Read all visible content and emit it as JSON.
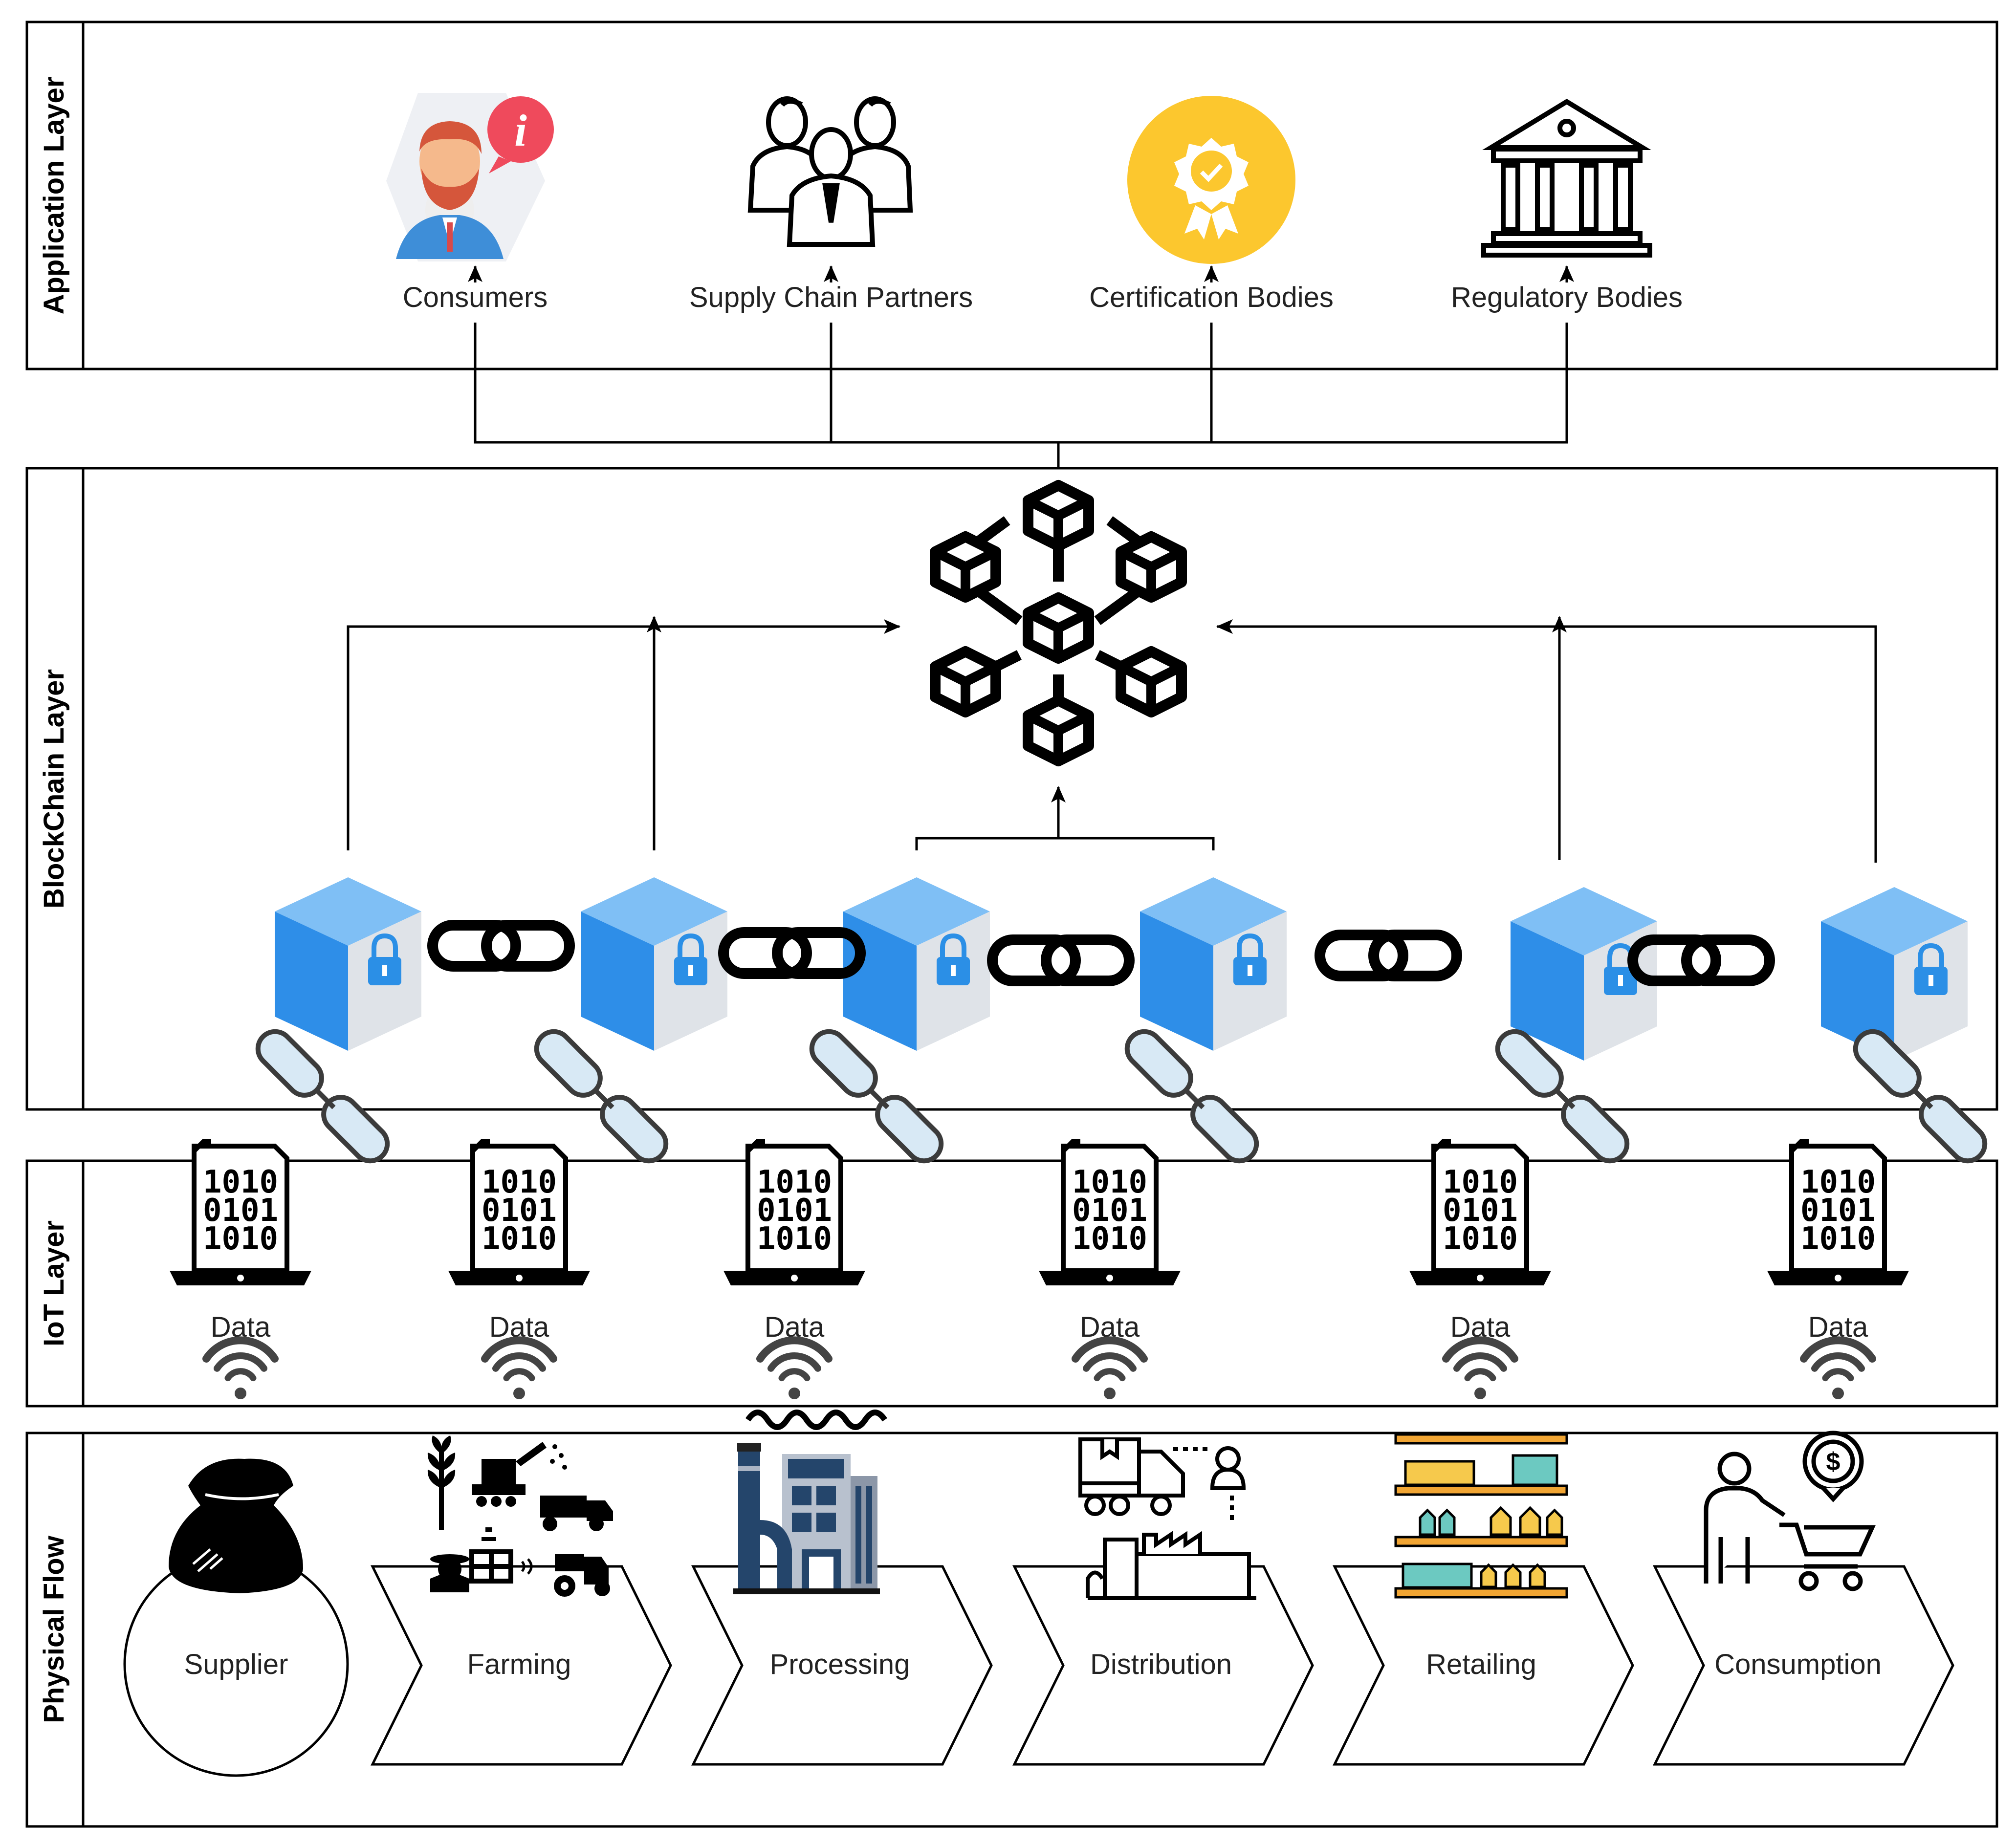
{
  "layers": {
    "application": "Application Layer",
    "blockchain": "BlockChain Layer",
    "iot": "IoT Layer",
    "physical": "Physical Flow"
  },
  "stakeholders": [
    {
      "label": "Consumers",
      "icon": "consumer-info-icon"
    },
    {
      "label": "Supply Chain Partners",
      "icon": "partners-group-icon"
    },
    {
      "label": "Certification Bodies",
      "icon": "certification-badge-icon"
    },
    {
      "label": "Regulatory Bodies",
      "icon": "government-building-icon"
    }
  ],
  "blocks": {
    "count": 6,
    "icon": "locked-block-icon",
    "link_icon": "chain-link-icon",
    "network_icon": "blockchain-network-icon"
  },
  "iot": {
    "binary_lines": [
      "1010",
      "0101",
      "1010"
    ],
    "data_label": "Data",
    "device_icon": "laptop-binary-icon",
    "signal_icon": "wifi-signal-icon",
    "nodes": [
      "Data",
      "Data",
      "Data",
      "Data",
      "Data",
      "Data"
    ]
  },
  "physical_flow": [
    {
      "label": "Supplier",
      "icon": "seed-sack-icon"
    },
    {
      "label": "Farming",
      "icon": "farming-icon"
    },
    {
      "label": "Processing",
      "icon": "factory-icon"
    },
    {
      "label": "Distribution",
      "icon": "distribution-truck-icon"
    },
    {
      "label": "Retailing",
      "icon": "store-shelves-icon"
    },
    {
      "label": "Consumption",
      "icon": "shopper-cart-icon"
    }
  ],
  "colors": {
    "block_top": "#7fbff5",
    "block_left": "#2e8ee8",
    "block_right": "#dfe3e8",
    "lock": "#2b8fe6",
    "badge": "#fcc72e",
    "info_badge": "#ef4a5c",
    "factory_blue": "#24456b"
  }
}
